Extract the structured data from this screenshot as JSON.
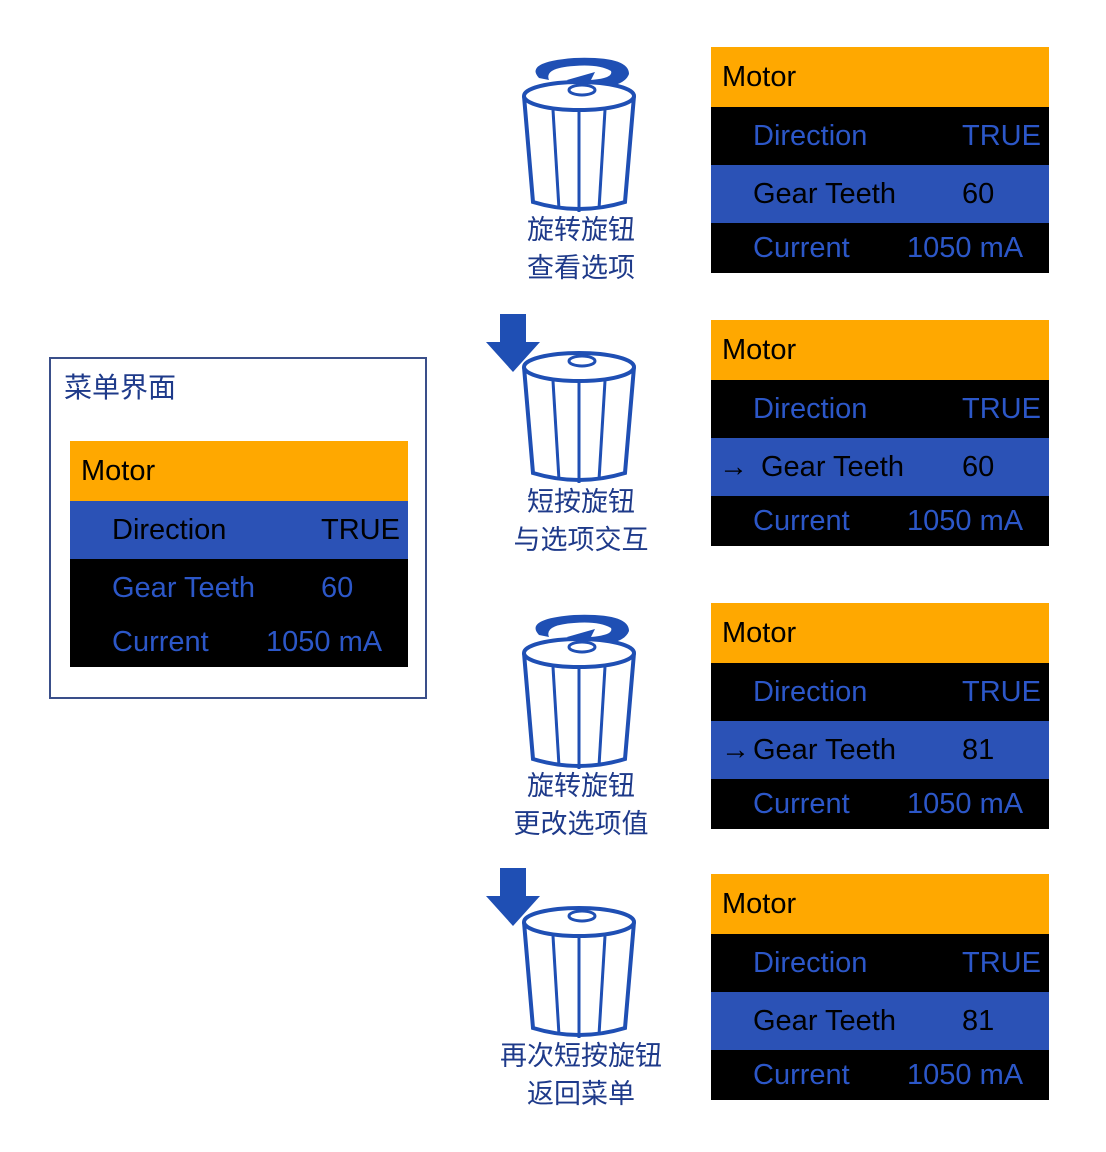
{
  "overview": {
    "title": "菜单界面",
    "screen": {
      "header": "Motor",
      "rows": [
        {
          "label": "Direction",
          "value": "TRUE"
        },
        {
          "label": "Gear Teeth",
          "value": "60"
        },
        {
          "label": "Current",
          "value": "1050 mA"
        }
      ]
    }
  },
  "steps": [
    {
      "caption_line1": "旋转旋钮",
      "caption_line2": "查看选项",
      "knob_icon": "rotate-knob-icon",
      "screen": {
        "header": "Motor",
        "rows": [
          {
            "label": "Direction",
            "value": "TRUE"
          },
          {
            "label": "Gear Teeth",
            "value": "60"
          },
          {
            "label": "Current",
            "value": "1050 mA"
          }
        ]
      }
    },
    {
      "caption_line1": "短按旋钮",
      "caption_line2": "与选项交互",
      "knob_icon": "press-knob-icon",
      "screen": {
        "header": "Motor",
        "rows": [
          {
            "label": "Direction",
            "value": "TRUE"
          },
          {
            "label": "Gear Teeth",
            "value": "60",
            "prefix": "→"
          },
          {
            "label": "Current",
            "value": "1050 mA"
          }
        ]
      }
    },
    {
      "caption_line1": "旋转旋钮",
      "caption_line2": "更改选项值",
      "knob_icon": "rotate-knob-icon",
      "screen": {
        "header": "Motor",
        "rows": [
          {
            "label": "Direction",
            "value": "TRUE"
          },
          {
            "label": "Gear Teeth",
            "value": "81",
            "prefix": "→"
          },
          {
            "label": "Current",
            "value": "1050 mA"
          }
        ]
      }
    },
    {
      "caption_line1": "再次短按旋钮",
      "caption_line2": "返回菜单",
      "knob_icon": "press-knob-icon",
      "screen": {
        "header": "Motor",
        "rows": [
          {
            "label": "Direction",
            "value": "TRUE"
          },
          {
            "label": "Gear Teeth",
            "value": "81"
          },
          {
            "label": "Current",
            "value": "1050 mA"
          }
        ]
      }
    }
  ],
  "colors": {
    "header_bg": "#ffa800",
    "screen_bg": "#000000",
    "selected_bg": "#2b52b6",
    "text_blue": "#2c57c8",
    "accent_blue": "#1f4fb4",
    "caption_color": "#1e3a8a"
  }
}
